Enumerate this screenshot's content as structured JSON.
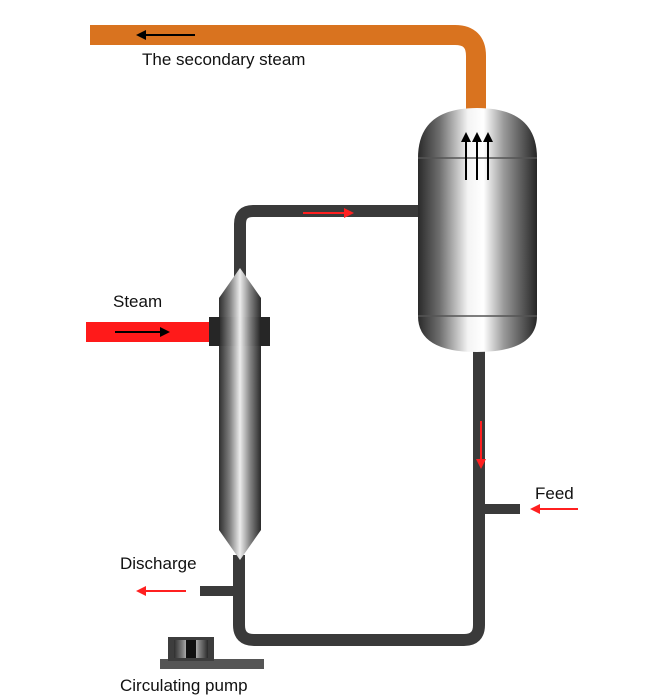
{
  "labels": {
    "secondary_steam": "The secondary steam",
    "steam": "Steam",
    "feed": "Feed",
    "discharge": "Discharge",
    "circulating_pump": "Circulating pump"
  },
  "colors": {
    "secondary_steam_pipe": "#d9731f",
    "steam_pipe": "#ff1a1a",
    "circulation_pipe": "#3a3a3a",
    "flow_arrow_red": "#ff2020",
    "flow_arrow_black": "#000000",
    "label_text": "#111111"
  },
  "icons": {
    "separator": "separator-vessel-icon",
    "heater": "tubular-heater-icon",
    "pump": "circulating-pump-icon"
  }
}
